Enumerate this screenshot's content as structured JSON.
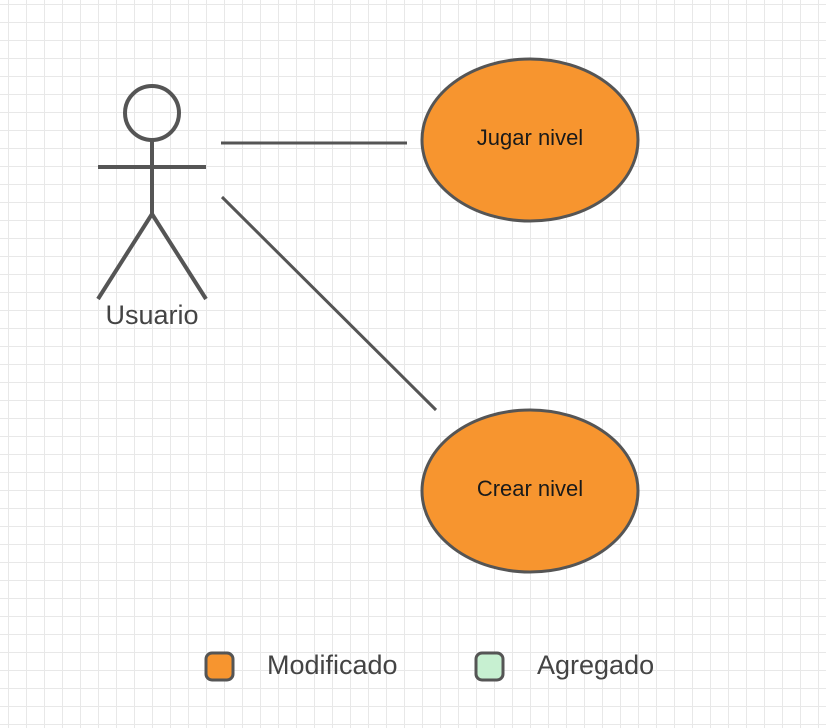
{
  "actor": {
    "name": "Usuario"
  },
  "use_cases": [
    {
      "label": "Jugar nivel",
      "status": "Modificado"
    },
    {
      "label": "Crear nivel",
      "status": "Modificado"
    }
  ],
  "legend": {
    "items": [
      {
        "label": "Modificado",
        "color": "#f7952f"
      },
      {
        "label": "Agregado",
        "color": "#c7f0d1"
      }
    ]
  },
  "colors": {
    "modified": "#f7952f",
    "added": "#c7f0d1",
    "stroke": "#555555",
    "grid": "#e8e8e8"
  }
}
